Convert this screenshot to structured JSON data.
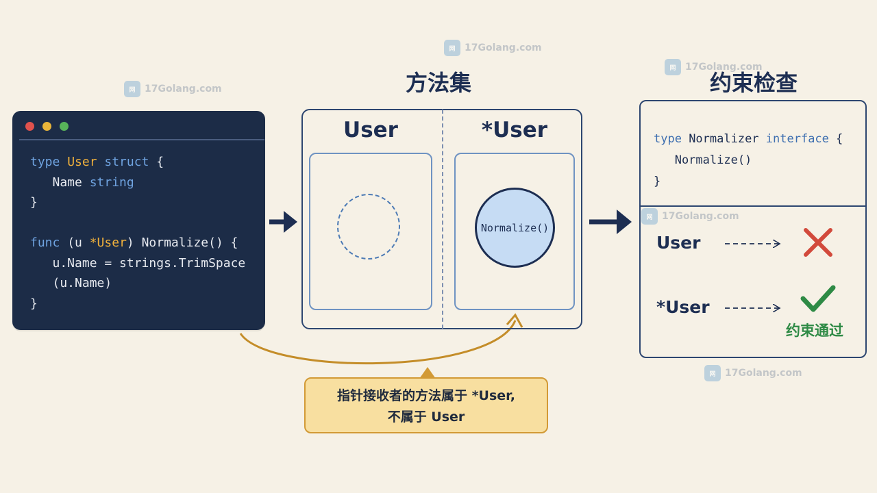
{
  "watermark": {
    "text": "17Golang.com",
    "logo": "网"
  },
  "code_window": {
    "lines": [
      [
        [
          "kw",
          "type "
        ],
        [
          "ty",
          "User"
        ],
        [
          "kw",
          " struct"
        ],
        [
          "pl",
          " {"
        ]
      ],
      [
        [
          "pl",
          "   Name "
        ],
        [
          "kw",
          "string"
        ]
      ],
      [
        [
          "pl",
          "}"
        ]
      ],
      [
        [
          "pl",
          ""
        ]
      ],
      [
        [
          "kw",
          "func"
        ],
        [
          "pl",
          " (u "
        ],
        [
          "ty",
          "*User"
        ],
        [
          "pl",
          ") Normalize() {"
        ]
      ],
      [
        [
          "pl",
          "   u.Name = strings.TrimSpace"
        ]
      ],
      [
        [
          "pl",
          "   (u.Name)"
        ]
      ],
      [
        [
          "pl",
          "}"
        ]
      ]
    ]
  },
  "method_set": {
    "title": "方法集",
    "left_label": "User",
    "right_label": "*User",
    "method": "Normalize()"
  },
  "constraint": {
    "title": "约束检查",
    "iface_type": "type",
    "iface_name": " Normalizer ",
    "iface_kw": "interface",
    "iface_open": " {",
    "iface_method": "   Normalize()",
    "iface_close": "}",
    "row1_label": "User",
    "row2_label": "*User",
    "pass_label": "约束通过"
  },
  "callout": {
    "line1": "指针接收者的方法属于 *User,",
    "line2": "不属于 User"
  },
  "colors": {
    "navy": "#1d2e52",
    "fail": "#d24a3c",
    "pass": "#2e8a45",
    "callout_stroke": "#d29a36"
  }
}
